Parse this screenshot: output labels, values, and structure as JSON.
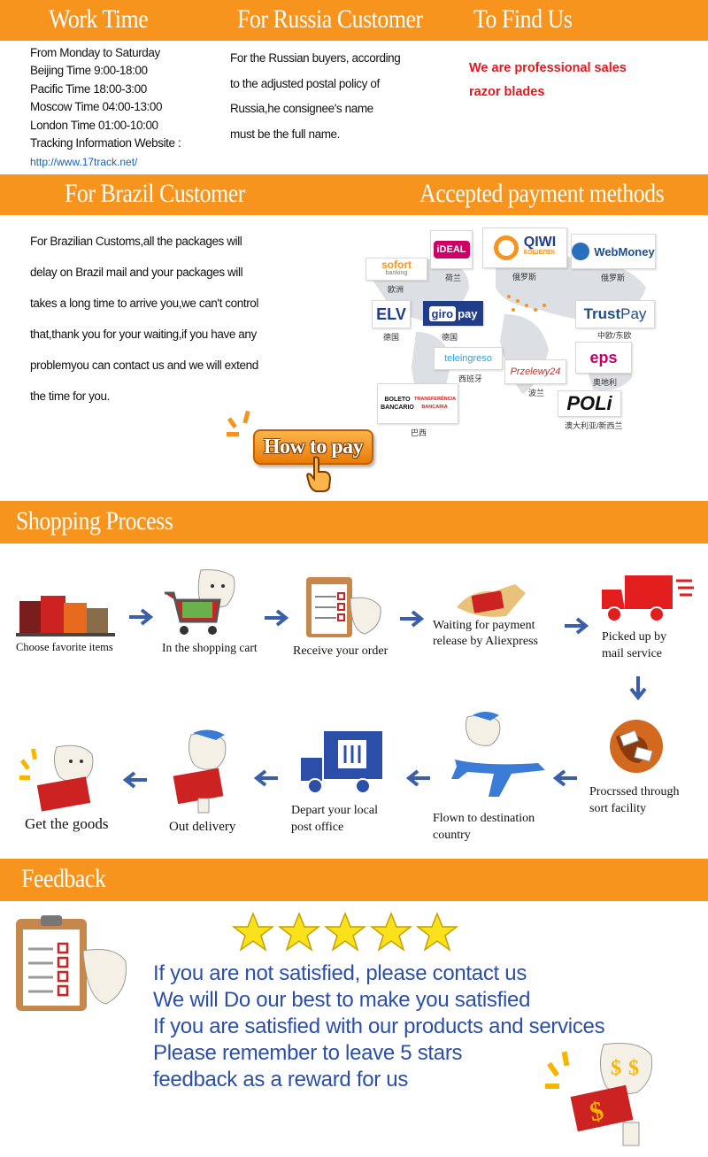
{
  "header": {
    "work_time": "Work Time",
    "russia": "For Russia Customer",
    "find_us": "To Find Us"
  },
  "work": {
    "line1": "From Monday to Saturday",
    "beijing": "Beijing Time  9:00-18:00",
    "pacific": "Pacific Time  18:00-3:00",
    "moscow": "Moscow Time  04:00-13:00",
    "london": "London Time  01:00-10:00",
    "tracking": "Tracking Information Website :",
    "link": "http://www.17track.net/"
  },
  "russia": {
    "l1": "For the Russian buyers, according",
    "l2": "to the adjusted postal policy of",
    "l3": "Russia,he consignee's name",
    "l4": "must be the full name."
  },
  "findus": {
    "l1": "We are professional sales",
    "l2": "razor blades",
    "color": "#e0191f"
  },
  "band2": {
    "brazil": "For Brazil Customer",
    "payment": "Accepted payment methods"
  },
  "brazil": {
    "l1": "For Brazilian Customs,all the packages will",
    "l2": "delay on Brazil mail and your packages will",
    "l3": "takes a long time to arrive you,we can't control",
    "l4": "that,thank you for your waiting,if you have any",
    "l5": "problemyou can contact us and we will extend",
    "l6": "the time for you."
  },
  "payments": {
    "sofort": "sofort",
    "sofort_sub": "banking",
    "sofort_cap": "欧洲",
    "ideal": "iDEAL",
    "ideal_cap": "荷兰",
    "qiwi": "QIWI",
    "qiwi_sub": "КОШЕЛЕК",
    "qiwi_cap": "俄罗斯",
    "webmoney": "WebMoney",
    "webmoney_cap": "俄罗斯",
    "elv": "ELV",
    "elv_cap": "德国",
    "giro": "giro",
    "giro2": "pay",
    "giro_cap": "德国",
    "trustpay": "Trust",
    "trustpay2": "Pay",
    "trustpay_cap": "中欧/东欧",
    "teleingreso": "teleingreso",
    "teleingreso_cap": "西班牙",
    "przelewy": "Przelewy24",
    "przelewy_cap": "波兰",
    "eps": "eps",
    "eps_cap": "奥地利",
    "boleto": "BOLETO BANCARIO",
    "transferencia": "TRANSFERÊNCIA BANCARIA",
    "boleto_cap": "巴西",
    "poli": "POLi",
    "poli_cap": "澳大利亚/新西兰"
  },
  "how_to_pay": "How to pay",
  "band3": {
    "title": "Shopping Process"
  },
  "process": {
    "s1": "Choose favorite items",
    "s2": "In the shopping cart",
    "s3": "Receive your order",
    "s4a": "Waiting for payment",
    "s4b": "release by Aliexpress",
    "s5a": "Picked up by",
    "s5b": "mail service",
    "s6a": "Procrssed through",
    "s6b": "sort facility",
    "s7a": "Flown to destination",
    "s7b": "country",
    "s8a": "Depart your local",
    "s8b": "post office",
    "s9": "Out delivery",
    "s10": "Get  the goods"
  },
  "band4": {
    "title": "Feedback"
  },
  "feedback": {
    "stars": 5,
    "l1": "If you are not satisfied, please contact us",
    "l2": "We will Do our best to make you satisfied",
    "l3": "If you are satisfied with our products and services",
    "l4": "Please remember to leave 5 stars",
    "l5": "feedback as a reward for us"
  },
  "colors": {
    "orange": "#f7941d",
    "blue": "#2b4fa8",
    "arrow": "#3a5ea8"
  }
}
